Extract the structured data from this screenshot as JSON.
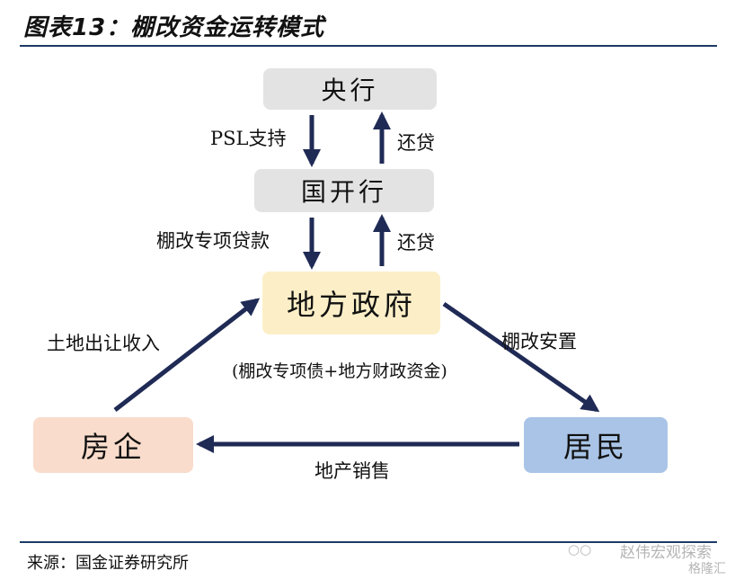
{
  "header": {
    "title": "图表13：棚改资金运转模式"
  },
  "footer": {
    "source": "来源：国金证券研究所",
    "watermark_line1": "赵伟宏观探索",
    "watermark_line2": "格隆汇"
  },
  "nodes": {
    "central_bank": "央行",
    "cdb": "国开行",
    "local_gov": "地方政府",
    "developer": "房企",
    "residents": "居民"
  },
  "edges": {
    "psl_support": "PSL支持",
    "repay_cdb_to_central": "还贷",
    "shantytown_loan": "棚改专项贷款",
    "repay_gov_to_cdb": "还贷",
    "land_transfer_income": "土地出让收入",
    "shantytown_resettlement": "棚改安置",
    "funding_note": "(棚改专项债+地方财政资金)",
    "property_sales": "地产销售"
  },
  "colors": {
    "arrow": "#1f2a55",
    "rule": "#1c3a66",
    "gray_box": "#e3e3e3",
    "gov_box": "#fcefc8",
    "developer_box": "#f9dccb",
    "residents_box": "#a9c4e6"
  }
}
